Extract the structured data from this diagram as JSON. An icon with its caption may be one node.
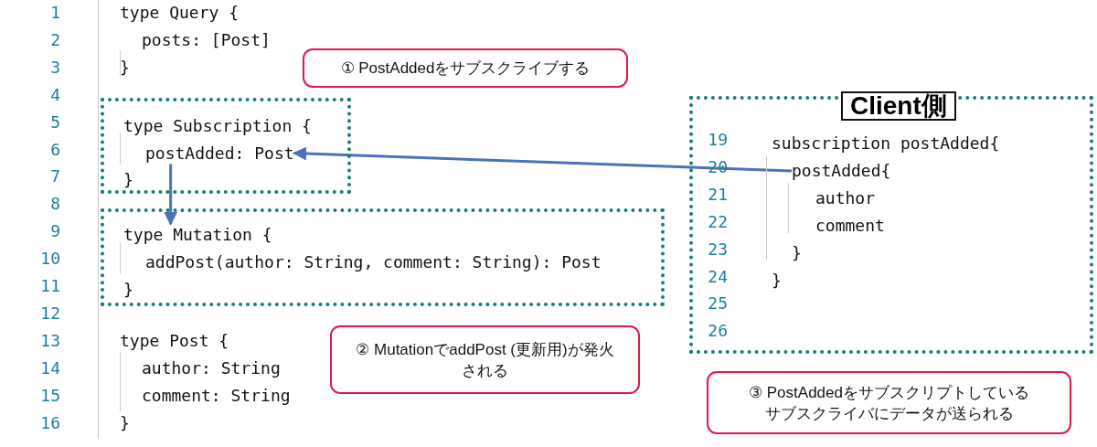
{
  "diagram": {
    "nodes": [
      {
        "text": [],
        "shape": "box"
      },
      {
        "text": [
          "type Subscription {"
        ],
        "in": 0
      },
      {
        "text": [
          "postAdded: Post"
        ],
        "in": 0
      },
      {
        "text": [
          "}"
        ],
        "in": 0
      },
      {
        "text": [],
        "shape": "box"
      },
      {
        "text": [
          "type Mutation {"
        ],
        "in": 4
      },
      {
        "text": [
          "addPost(author: String, comment: String): Post"
        ],
        "in": 4
      },
      {
        "text": [
          "}"
        ],
        "in": 4
      },
      {
        "text": [
          "Client側"
        ]
      },
      {
        "text": [
          "subscription postAdded{"
        ],
        "in": 8
      },
      {
        "text": [
          "postAdded{"
        ],
        "in": 8
      },
      {
        "text": [
          "author"
        ],
        "in": 8
      },
      {
        "text": [
          "comment"
        ],
        "in": 8
      },
      {
        "text": [
          "}"
        ],
        "in": 8
      },
      {
        "text": [
          "}"
        ],
        "in": 8
      },
      {
        "text": [
          "① PostAddedをサブスクライブする"
        ]
      },
      {
        "text": [
          "② MutationでaddPost (更新用)が発火される"
        ]
      },
      {
        "text": [
          "③ PostAddedをサブスクリプトしているサブスクライバにデータが送られる"
        ]
      }
    ],
    "edges": [
      {
        "from": 10,
        "to": 2,
        "arrow": "to"
      },
      {
        "from": 2,
        "to": 5,
        "arrow": "to"
      }
    ],
    "labels": [
      "1",
      "type Query {",
      "2",
      "posts: [Post]",
      "3",
      "}",
      "4",
      "5",
      "6",
      "7",
      "8",
      "9",
      "10",
      "11",
      "12",
      "13",
      "type Post {",
      "14",
      "author: String",
      "15",
      "comment: String",
      "16",
      "}",
      "19",
      "20",
      "21",
      "22",
      "23",
      "24",
      "25",
      "26"
    ]
  }
}
